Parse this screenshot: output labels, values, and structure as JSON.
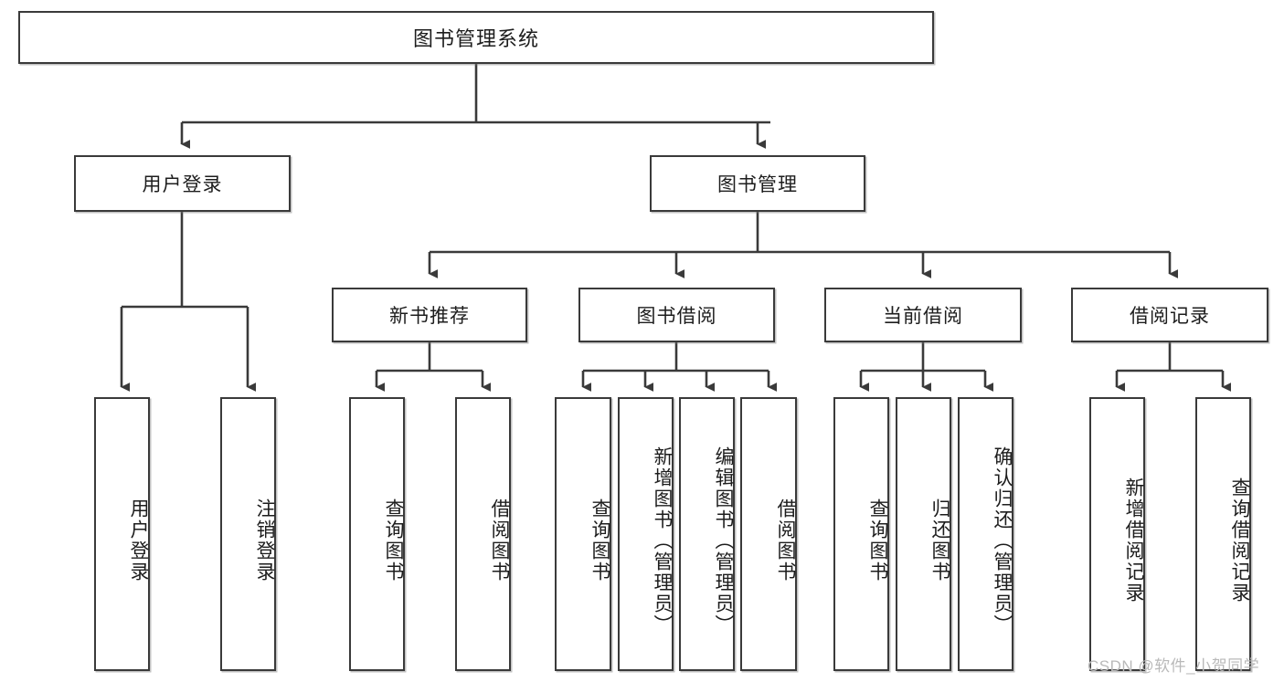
{
  "diagram": {
    "type": "tree",
    "title": "图书管理系统",
    "root": {
      "label": "图书管理系统"
    },
    "level2": [
      {
        "label": "用户登录"
      },
      {
        "label": "图书管理"
      }
    ],
    "level3": [
      {
        "label": "新书推荐"
      },
      {
        "label": "图书借阅"
      },
      {
        "label": "当前借阅"
      },
      {
        "label": "借阅记录"
      }
    ],
    "leaves": {
      "user_login": [
        {
          "label": "用户登录"
        },
        {
          "label": "注销登录"
        }
      ],
      "new_book_recommend": [
        {
          "label": "查询图书"
        },
        {
          "label": "借阅图书"
        }
      ],
      "book_borrow": [
        {
          "label": "查询图书"
        },
        {
          "label": "新增图书（管理员）"
        },
        {
          "label": "编辑图书（管理员）"
        },
        {
          "label": "借阅图书"
        }
      ],
      "current_borrow": [
        {
          "label": "查询图书"
        },
        {
          "label": "归还图书"
        },
        {
          "label": "确认归还（管理员）"
        }
      ],
      "borrow_record": [
        {
          "label": "新增借阅记录"
        },
        {
          "label": "查询借阅记录"
        }
      ]
    },
    "colors": {
      "stroke": "#3a3a3a",
      "fill": "#ffffff",
      "text": "#1d1d1d",
      "watermark": "#b9b9b9"
    }
  },
  "watermark": {
    "text": "CSDN @软件_小贺同学"
  }
}
